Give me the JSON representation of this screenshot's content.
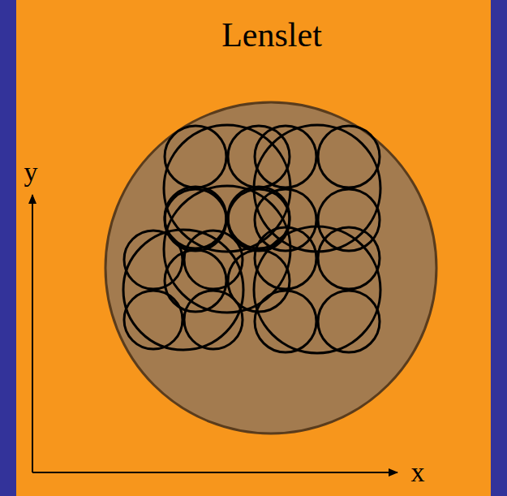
{
  "diagram": {
    "title": "Lenslet",
    "labels": [
      "y",
      "x"
    ]
  }
}
